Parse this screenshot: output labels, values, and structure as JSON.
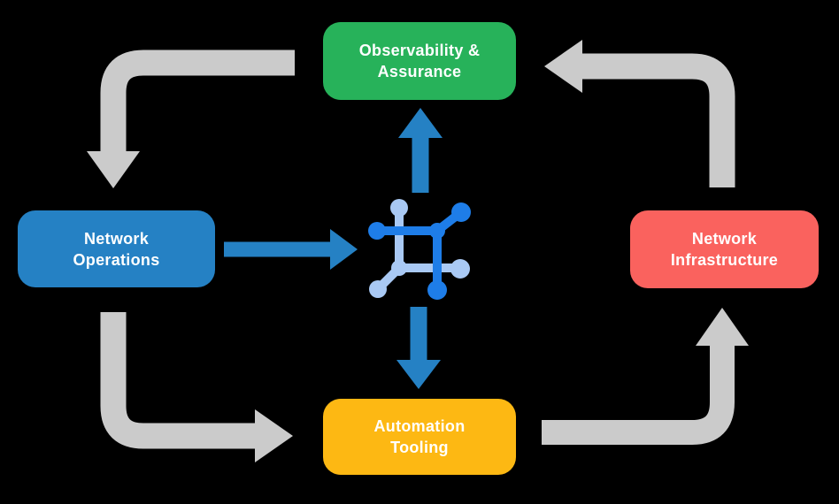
{
  "diagram": {
    "background_color": "#000000",
    "text_color": "#FFFFFF",
    "colors": {
      "cycle_arrow_gray": "#CBCBCB",
      "flow_arrow_blue": "#2581C4",
      "icon_blue_dark": "#1E7DE8",
      "icon_blue_light": "#A9C9F4"
    },
    "boxes": [
      {
        "id": "observability-assurance",
        "label": "Observability &\nAssurance",
        "color": "#27B25A"
      },
      {
        "id": "network-operations",
        "label": "Network\nOperations",
        "color": "#2581C4"
      },
      {
        "id": "network-infrastructure",
        "label": "Network\nInfrastructure",
        "color": "#FA625E"
      },
      {
        "id": "automation-tooling",
        "label": "Automation\nTooling",
        "color": "#FDB813"
      }
    ],
    "center_icon": "network-topology-icon",
    "flows": [
      {
        "from": "observability-assurance",
        "to": "network-operations",
        "arrow": "gray"
      },
      {
        "from": "network-operations",
        "to": "automation-tooling",
        "arrow": "gray"
      },
      {
        "from": "automation-tooling",
        "to": "network-infrastructure",
        "arrow": "gray"
      },
      {
        "from": "network-infrastructure",
        "to": "observability-assurance",
        "arrow": "gray"
      },
      {
        "from": "network-operations",
        "to": "center-icon",
        "arrow": "blue"
      },
      {
        "from": "center-icon",
        "to": "observability-assurance",
        "arrow": "blue"
      },
      {
        "from": "center-icon",
        "to": "automation-tooling",
        "arrow": "blue"
      }
    ]
  }
}
